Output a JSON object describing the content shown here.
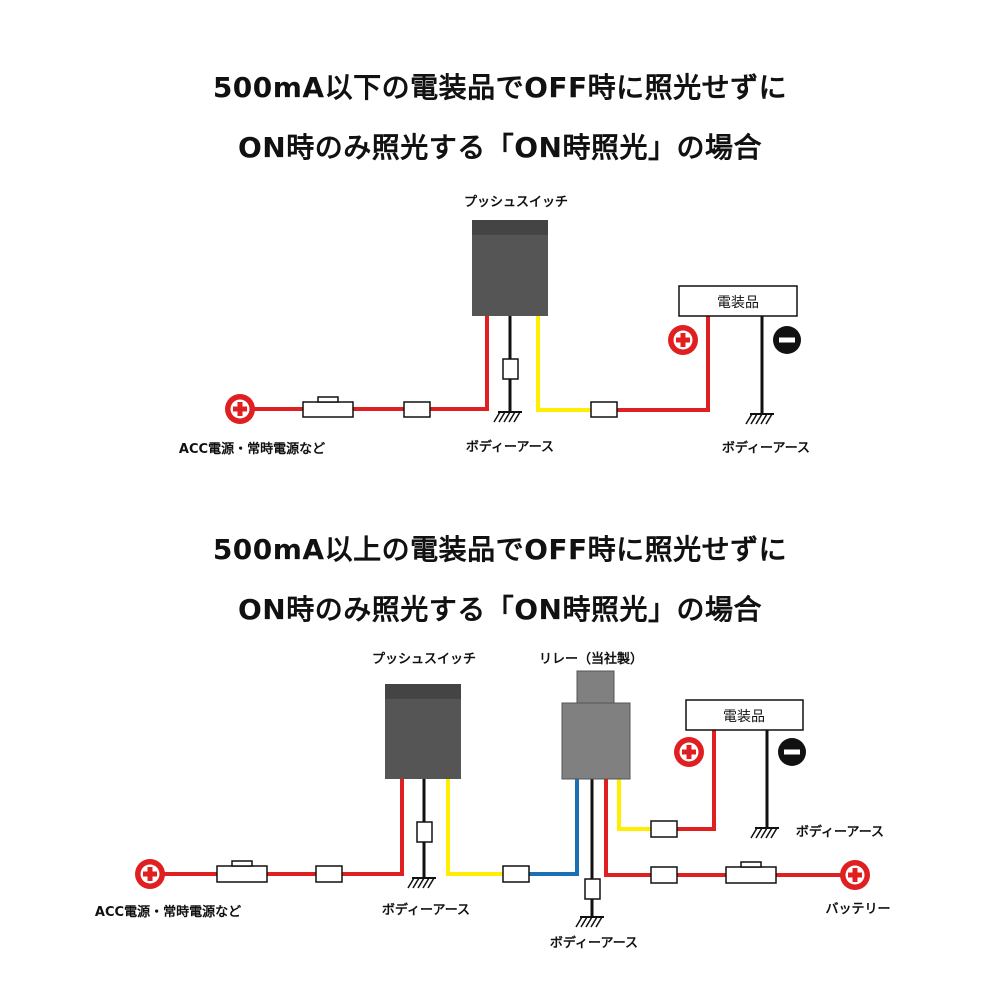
{
  "diagram1": {
    "title_line1": "500mA以下の電装品でOFF時に照光せずに",
    "title_line2": "ON時のみ照光する「ON時照光」の場合",
    "push_switch_label": "プッシュスイッチ",
    "device_label": "電装品",
    "source_label": "ACC電源・常時電源など",
    "ground_label_switch": "ボディーアース",
    "ground_label_device": "ボディーアース"
  },
  "diagram2": {
    "title_line1": "500mA以上の電装品でOFF時に照光せずに",
    "title_line2": "ON時のみ照光する「ON時照光」の場合",
    "push_switch_label": "プッシュスイッチ",
    "relay_label": "リレー（当社製）",
    "device_label": "電装品",
    "source_label": "ACC電源・常時電源など",
    "battery_label": "バッテリー",
    "ground_label_switch": "ボディーアース",
    "ground_label_relay": "ボディーアース",
    "ground_label_device": "ボディーアース"
  },
  "colors": {
    "positive_wire": "#e02020",
    "signal_wire": "#ffee00",
    "relay_wire": "#1a6fb5",
    "ground_wire": "#111111",
    "switch_body": "#555555",
    "switch_cap": "#444444",
    "relay_body": "#808080",
    "positive_terminal": "#e02020",
    "negative_terminal": "#111111"
  },
  "icons": {
    "positive": "plus-terminal-icon",
    "negative": "minus-terminal-icon",
    "ground": "ground-icon",
    "fuse": "fuse-icon",
    "connector": "connector-icon"
  }
}
